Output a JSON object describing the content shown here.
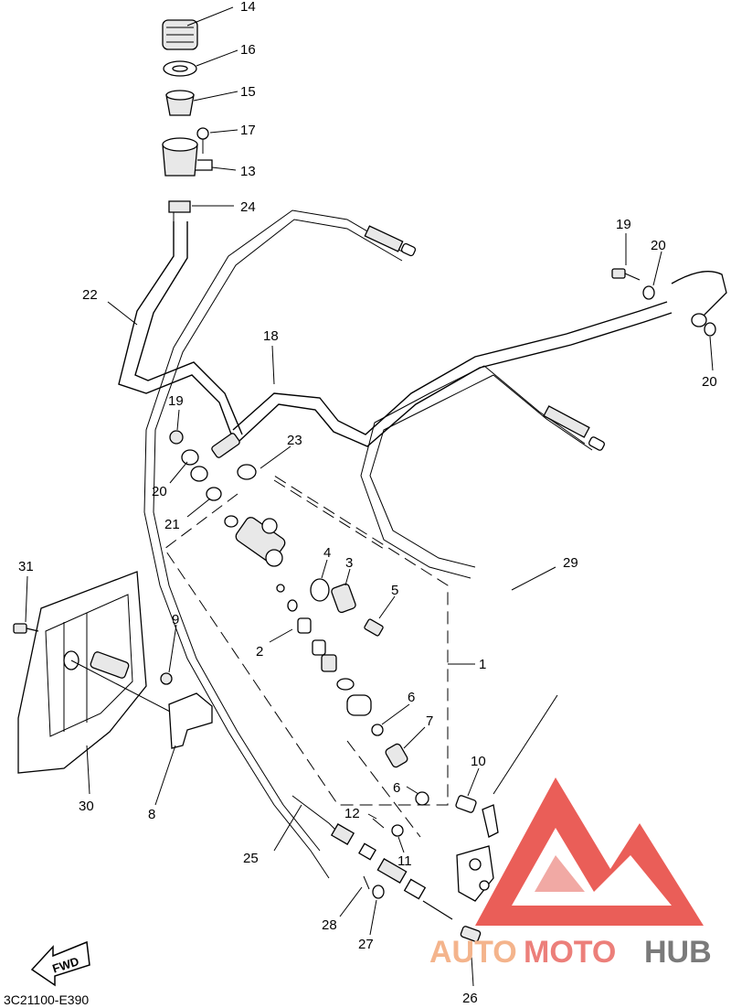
{
  "diagram_code": "3C21100-E390",
  "fwd_label": "FWD",
  "watermark": {
    "auto": "AUTO",
    "moto": "MOTO",
    "hub": "HUB",
    "colors": {
      "red": "#e8504a",
      "light_red": "#f1a9a4",
      "orange": "#f4b48c",
      "gray": "#7a7a7a"
    }
  },
  "callouts": {
    "c1": "1",
    "c2": "2",
    "c3": "3",
    "c4": "4",
    "c5": "5",
    "c6a": "6",
    "c6b": "6",
    "c7": "7",
    "c8": "8",
    "c9": "9",
    "c10": "10",
    "c11": "11",
    "c12": "12",
    "c13": "13",
    "c14": "14",
    "c15": "15",
    "c16": "16",
    "c17": "17",
    "c18": "18",
    "c19a": "19",
    "c19b": "19",
    "c20a": "20",
    "c20b": "20",
    "c20c": "20",
    "c21": "21",
    "c22": "22",
    "c23": "23",
    "c24": "24",
    "c25": "25",
    "c26": "26",
    "c27": "27",
    "c28": "28",
    "c29": "29",
    "c30": "30",
    "c31": "31"
  }
}
